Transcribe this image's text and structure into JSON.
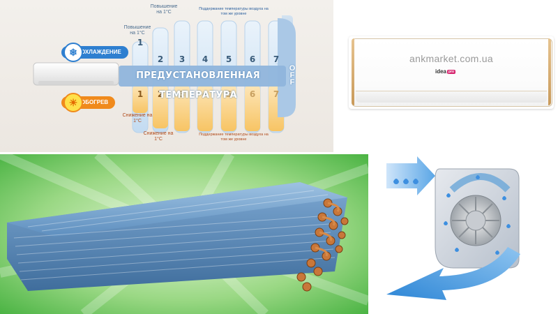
{
  "sleep_diagram": {
    "modes": {
      "cooling_label": "ОХЛАЖДЕНИЕ",
      "heating_label": "ОБОГРЕВ",
      "cooling_icon": "snowflake-icon",
      "heating_icon": "sun-icon"
    },
    "columns": [
      "1",
      "2",
      "3",
      "4",
      "5",
      "6",
      "7"
    ],
    "banner": "ПРЕДУСТАНОВЛЕННАЯ ТЕМПЕРАТУРА",
    "off_label": "OFF",
    "cooling_notes": {
      "raise_1": "Повышение на 1°С",
      "raise_2": "Повышение на 1°С",
      "hold": "Поддержание температуры воздуха на том же уровне"
    },
    "heating_notes": {
      "lower_1": "Снижение на 1°С",
      "lower_2": "Снижение на 1°С",
      "hold": "Поддержание температуры воздуха на том же уровне"
    },
    "colors": {
      "cool_accent": "#2e7fd0",
      "heat_accent": "#f08a1c",
      "band": "#a9c7e6"
    }
  },
  "product_photo": {
    "watermark": "ankmarket.com.ua",
    "brand": "idea",
    "brand_badge": "pro"
  },
  "heat_exchanger": {
    "background": "#57c24a",
    "fin_color": "#6f9fc9",
    "tube_color": "#c8773a"
  },
  "airflow_diagram": {
    "arrow_color": "#5aa6e6",
    "drop_icon": "water-drop-icon"
  }
}
